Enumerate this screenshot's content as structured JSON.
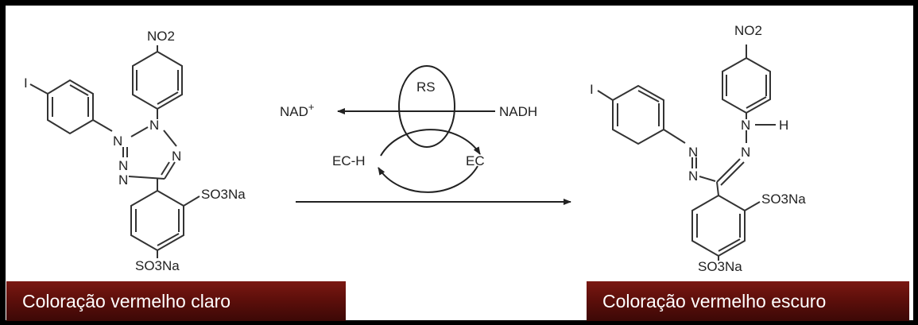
{
  "reactant": {
    "iodo": "I",
    "nitro": "NO2",
    "sulfonate_top": "SO3Na",
    "sulfonate_bottom": "SO3Na",
    "n1": "N",
    "n2": "N",
    "n3": "N",
    "n4": "N",
    "n5": "N"
  },
  "cycle": {
    "nad": "NAD",
    "nad_charge": "+",
    "nadh": "NADH",
    "rs": "RS",
    "ech": "EC-H",
    "ec": "EC"
  },
  "product": {
    "iodo": "I",
    "nitro": "NO2",
    "sulfonate_top": "SO3Na",
    "sulfonate_bottom": "SO3Na",
    "nh": "N",
    "h": "H",
    "n_mid": "N",
    "n_a": "N",
    "n_b": "N"
  },
  "captions": {
    "left": "Coloração vermelho claro",
    "right": "Coloração vermelho escuro"
  }
}
